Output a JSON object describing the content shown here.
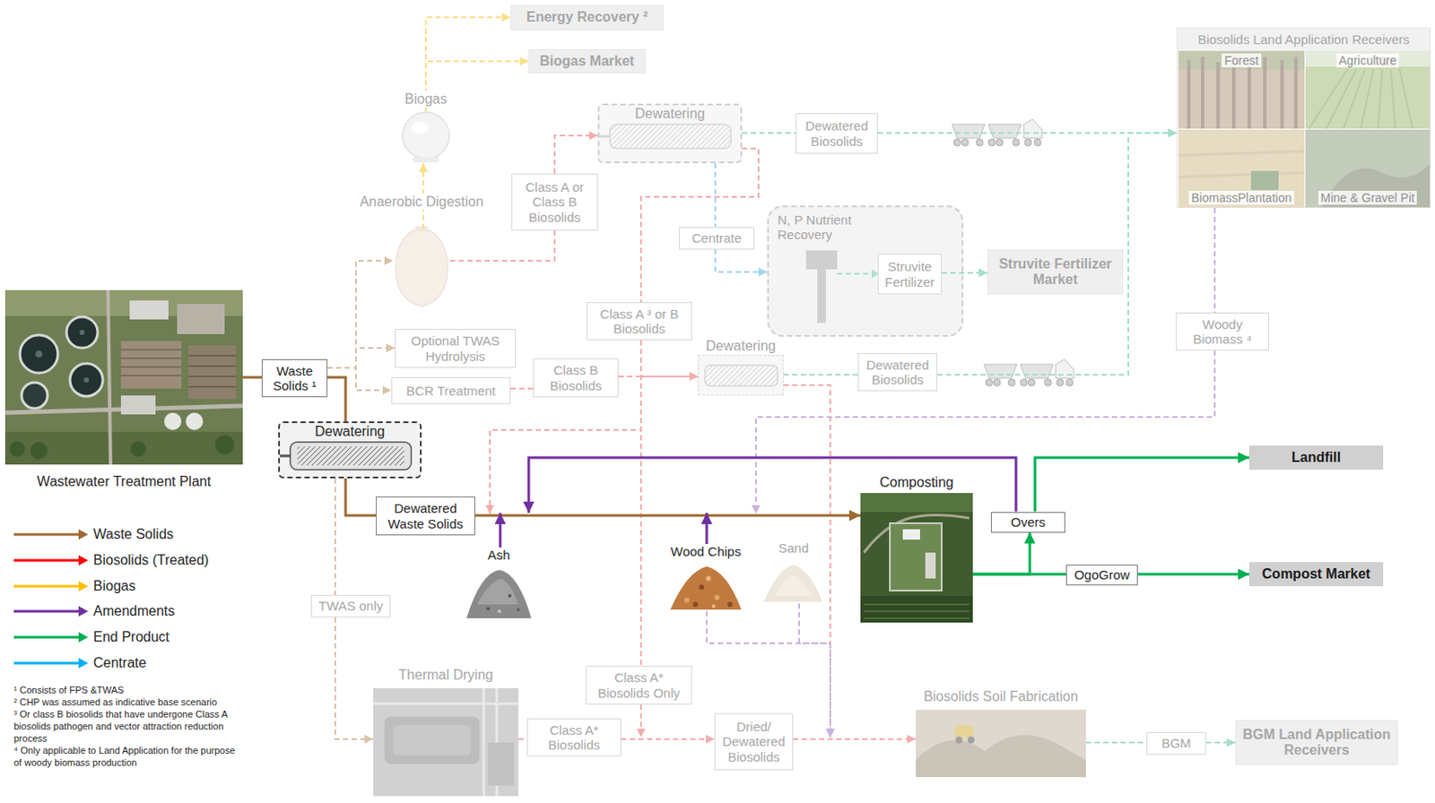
{
  "diagram": {
    "nodes": [
      {
        "text": [
          "Energy Recovery ²"
        ]
      },
      {
        "text": [
          "Biogas Market"
        ]
      },
      {
        "text": [
          "Biogas"
        ]
      },
      {
        "text": [
          "Dewatering"
        ]
      },
      {
        "text": [
          "Dewatered Biosolids"
        ]
      },
      {
        "text": [
          "Biosolids Land Application Receivers"
        ]
      },
      {
        "text": [
          "Forest"
        ],
        "in": 5
      },
      {
        "text": [
          "Agriculture"
        ],
        "in": 5
      },
      {
        "text": [
          "BiomassPlantation"
        ],
        "in": 5
      },
      {
        "text": [
          "Mine & Gravel Pit"
        ],
        "in": 5
      },
      {
        "text": [
          "Class A or Class B Biosolids"
        ]
      },
      {
        "text": [
          "Anaerobic Digestion"
        ]
      },
      {
        "text": [
          "N, P Nutrient Recovery"
        ]
      },
      {
        "text": [
          "Struvite Fertilizer"
        ],
        "in": 12
      },
      {
        "text": [
          "Centrate"
        ]
      },
      {
        "text": [
          "Struvite Fertilizer Market"
        ]
      },
      {
        "text": [
          "Class A ³ or B Biosolids"
        ]
      },
      {
        "text": [
          "Woody Biomass ⁴"
        ]
      },
      {
        "text": [
          "Wastewater Treatment Plant"
        ]
      },
      {
        "text": [
          "Optional TWAS Hydrolysis"
        ]
      },
      {
        "text": [
          "Waste Solids ¹"
        ]
      },
      {
        "text": [
          "BCR Treatment"
        ]
      },
      {
        "text": [
          "Class B Biosolids"
        ]
      },
      {
        "text": [
          "Dewatering"
        ]
      },
      {
        "text": [
          "Dewatered Biosolids"
        ]
      },
      {
        "text": [
          "Dewatering"
        ]
      },
      {
        "text": [
          "Landfill"
        ]
      },
      {
        "text": [
          "Composting"
        ]
      },
      {
        "text": [
          "Dewatered Waste Solids"
        ]
      },
      {
        "text": [
          "Overs"
        ]
      },
      {
        "text": [
          "Ash"
        ]
      },
      {
        "text": [
          "Wood Chips"
        ]
      },
      {
        "text": [
          "Sand"
        ]
      },
      {
        "text": [
          "OgoGrow"
        ]
      },
      {
        "text": [
          "Compost Market"
        ]
      },
      {
        "text": [
          "TWAS only"
        ]
      },
      {
        "text": [
          "Class A* Biosolids Only"
        ]
      },
      {
        "text": [
          "Thermal Drying"
        ]
      },
      {
        "text": [
          "Dried/ Dewatered Biosolids"
        ]
      },
      {
        "text": [
          "Class A* Biosolids"
        ]
      },
      {
        "text": [
          "Biosolids Soil Fabrication"
        ]
      },
      {
        "text": [
          "BGM"
        ]
      },
      {
        "text": [
          "BGM Land Application Receivers"
        ]
      }
    ],
    "edges": [
      {
        "from": 18,
        "to": 20,
        "arrow": "none"
      },
      {
        "from": 20,
        "to": 25,
        "arrow": "none"
      },
      {
        "from": 25,
        "to": 28,
        "arrow": "none"
      },
      {
        "from": 28,
        "to": 27,
        "arrow": "to"
      },
      {
        "from": 20,
        "to": 11,
        "arrow": "to"
      },
      {
        "from": 20,
        "to": 19,
        "arrow": "to"
      },
      {
        "from": 20,
        "to": 21,
        "arrow": "to"
      },
      {
        "from": 25,
        "to": 35,
        "arrow": "none"
      },
      {
        "from": 35,
        "to": 37,
        "arrow": "to"
      },
      {
        "from": 11,
        "to": 2,
        "arrow": "to"
      },
      {
        "from": 2,
        "to": 0,
        "arrow": "to"
      },
      {
        "from": 2,
        "to": 1,
        "arrow": "to"
      },
      {
        "from": 11,
        "to": 10,
        "arrow": "none"
      },
      {
        "from": 10,
        "to": 3,
        "arrow": "to"
      },
      {
        "from": 3,
        "to": 4,
        "arrow": "none"
      },
      {
        "from": 4,
        "to": 5,
        "arrow": "to"
      },
      {
        "from": 3,
        "to": 14,
        "arrow": "none"
      },
      {
        "from": 14,
        "to": 12,
        "arrow": "to"
      },
      {
        "from": 13,
        "to": 15,
        "arrow": "to"
      },
      {
        "from": 3,
        "to": 16,
        "arrow": "none"
      },
      {
        "from": 16,
        "to": 23,
        "arrow": "to"
      },
      {
        "from": 21,
        "to": 22,
        "arrow": "none"
      },
      {
        "from": 22,
        "to": 23,
        "arrow": "to"
      },
      {
        "from": 16,
        "to": 36,
        "arrow": "none"
      },
      {
        "from": 16,
        "to": 27,
        "arrow": "to"
      },
      {
        "from": 23,
        "to": 24,
        "arrow": "none"
      },
      {
        "from": 24,
        "to": 5,
        "arrow": "to"
      },
      {
        "from": 23,
        "to": 40,
        "arrow": "to"
      },
      {
        "from": 36,
        "to": 38,
        "arrow": "to"
      },
      {
        "from": 37,
        "to": 39,
        "arrow": "none"
      },
      {
        "from": 39,
        "to": 38,
        "arrow": "to"
      },
      {
        "from": 38,
        "to": 40,
        "arrow": "to"
      },
      {
        "from": 40,
        "to": 41,
        "arrow": "none"
      },
      {
        "from": 41,
        "to": 42,
        "arrow": "to"
      },
      {
        "from": 30,
        "to": 27,
        "arrow": "to"
      },
      {
        "from": 31,
        "to": 27,
        "arrow": "to"
      },
      {
        "from": 29,
        "to": 27,
        "arrow": "to"
      },
      {
        "from": 5,
        "to": 17,
        "arrow": "none"
      },
      {
        "from": 17,
        "to": 27,
        "arrow": "to"
      },
      {
        "from": 31,
        "to": 40,
        "arrow": "to"
      },
      {
        "from": 32,
        "to": 40,
        "arrow": "to"
      },
      {
        "from": 27,
        "to": 33,
        "arrow": "none"
      },
      {
        "from": 33,
        "to": 34,
        "arrow": "to"
      },
      {
        "from": 27,
        "to": 29,
        "arrow": "to"
      },
      {
        "from": 29,
        "to": 26,
        "arrow": "to"
      }
    ],
    "labels": [
      "¹ Consists of FPS &TWAS",
      "² CHP was assumed as indicative base scenario",
      "³ Or class B biosolids that have undergone Class A biosolids pathogen and vector attraction reduction process",
      "⁴ Only applicable to Land Application for the purpose of woody biomass production"
    ],
    "legend": [
      {
        "text": "Waste Solids",
        "color": "#9c6b30"
      },
      {
        "text": "Biosolids (Treated)",
        "color": "#ff0000"
      },
      {
        "text": "Biogas",
        "color": "#ffc000"
      },
      {
        "text": "Amendments",
        "color": "#7030a0"
      },
      {
        "text": "End Product",
        "color": "#00b050"
      },
      {
        "text": "Centrate",
        "color": "#00b0f0"
      }
    ]
  }
}
